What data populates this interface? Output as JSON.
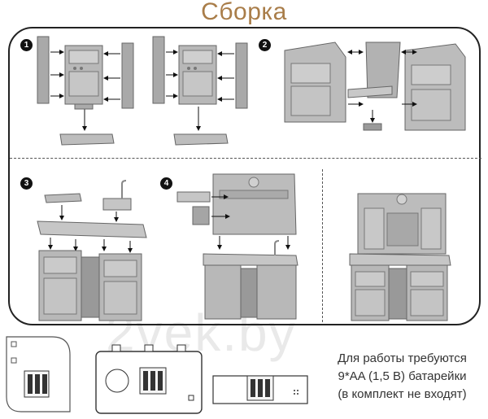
{
  "title": "Сборка",
  "steps": [
    {
      "number": "1"
    },
    {
      "number": "2"
    },
    {
      "number": "3"
    },
    {
      "number": "4"
    }
  ],
  "watermark": "2vek.by",
  "battery_note": {
    "line1": "Для работы требуются",
    "line2": "9*AA (1,5 B) батарейки",
    "line3": "(в комплект не входят)"
  },
  "colors": {
    "title": "#a97d49",
    "part_fill": "#b5b5b5",
    "part_dark": "#8c8c8c",
    "outline": "#222222"
  }
}
